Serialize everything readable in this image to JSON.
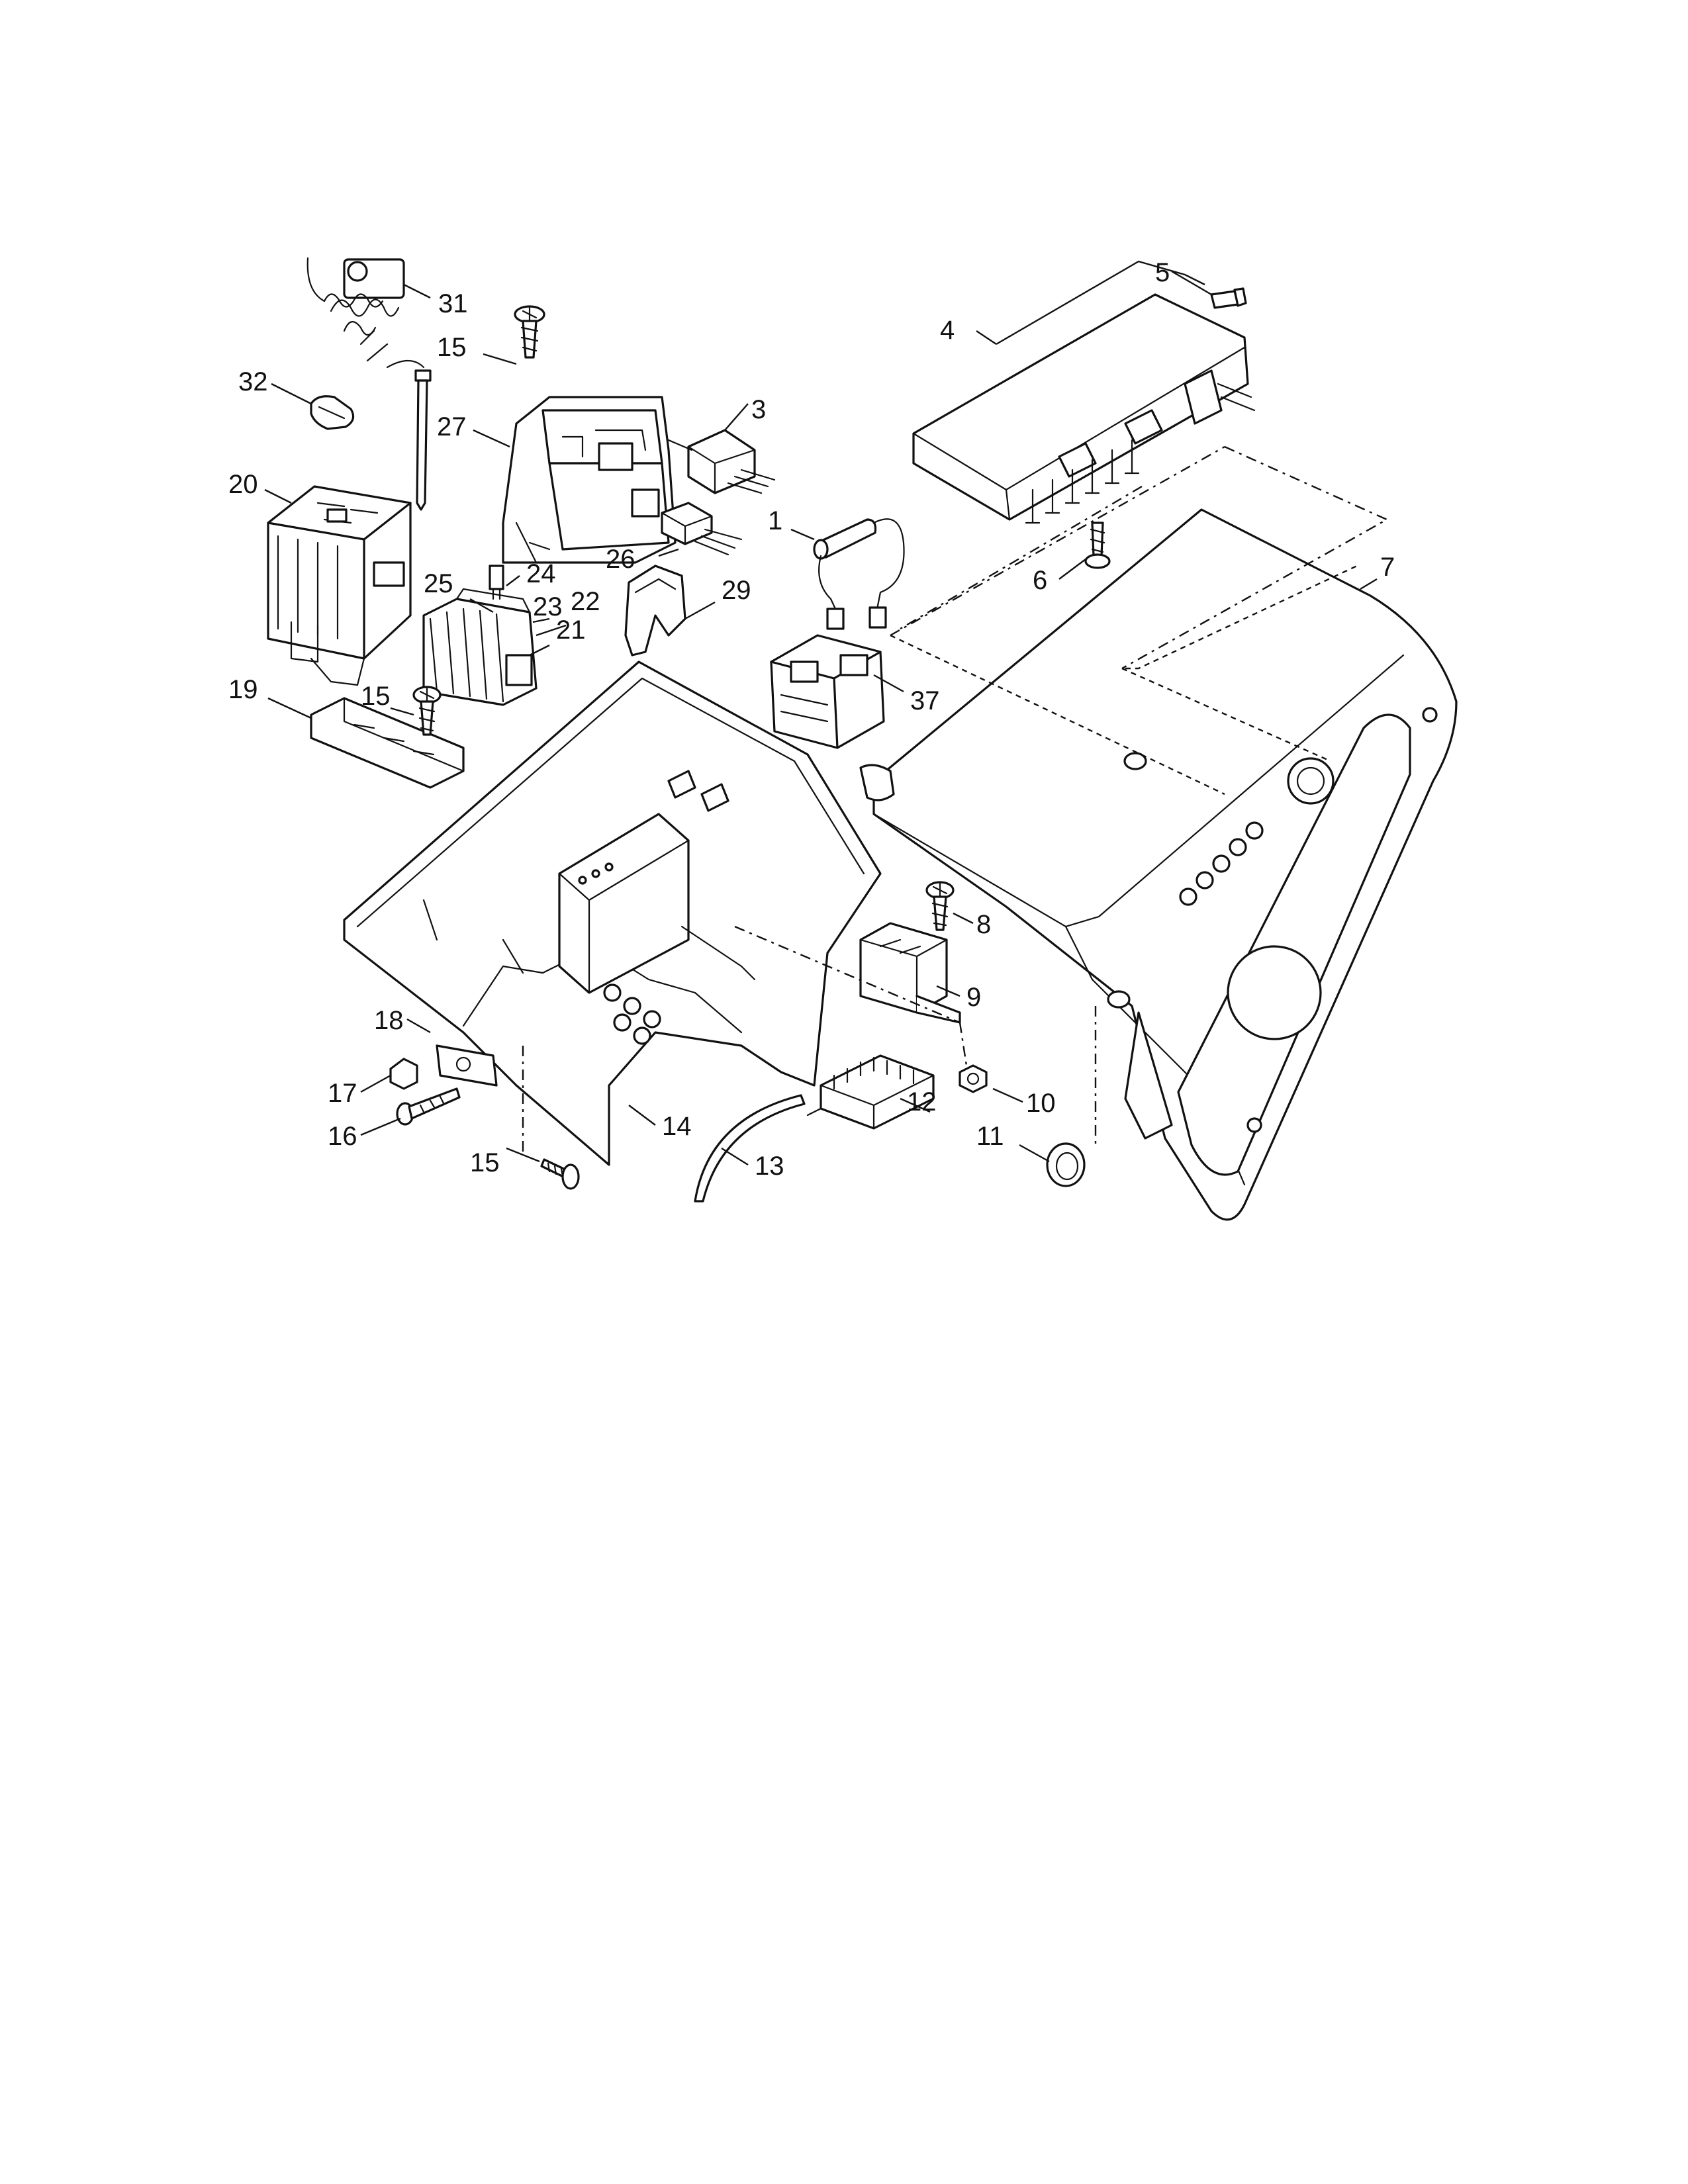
{
  "callouts": [
    {
      "id": "c31",
      "text": "31"
    },
    {
      "id": "c15a",
      "text": "15"
    },
    {
      "id": "c32",
      "text": "32"
    },
    {
      "id": "c27",
      "text": "27"
    },
    {
      "id": "c3",
      "text": "3"
    },
    {
      "id": "c20",
      "text": "20"
    },
    {
      "id": "c1",
      "text": "1"
    },
    {
      "id": "c24",
      "text": "24"
    },
    {
      "id": "c25",
      "text": "25"
    },
    {
      "id": "c26",
      "text": "26"
    },
    {
      "id": "c23",
      "text": "23"
    },
    {
      "id": "c22",
      "text": "22"
    },
    {
      "id": "c21",
      "text": "21"
    },
    {
      "id": "c29",
      "text": "29"
    },
    {
      "id": "c19",
      "text": "19"
    },
    {
      "id": "c15b",
      "text": "15"
    },
    {
      "id": "c37",
      "text": "37"
    },
    {
      "id": "c5",
      "text": "5"
    },
    {
      "id": "c4",
      "text": "4"
    },
    {
      "id": "c6",
      "text": "6"
    },
    {
      "id": "c7",
      "text": "7"
    },
    {
      "id": "c8",
      "text": "8"
    },
    {
      "id": "c9",
      "text": "9"
    },
    {
      "id": "c18",
      "text": "18"
    },
    {
      "id": "c17",
      "text": "17"
    },
    {
      "id": "c16",
      "text": "16"
    },
    {
      "id": "c15c",
      "text": "15"
    },
    {
      "id": "c14",
      "text": "14"
    },
    {
      "id": "c13",
      "text": "13"
    },
    {
      "id": "c12",
      "text": "12"
    },
    {
      "id": "c10",
      "text": "10"
    },
    {
      "id": "c11",
      "text": "11"
    }
  ]
}
